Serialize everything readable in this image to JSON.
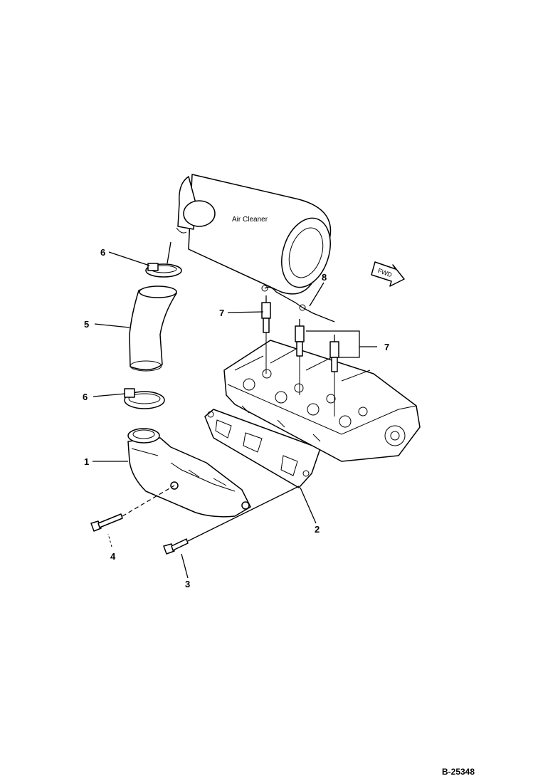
{
  "diagram": {
    "air_cleaner_label": "Air Cleaner",
    "fwd_label": "FWD",
    "drawing_number": "B-25348",
    "callouts": [
      {
        "id": "1",
        "part": "intake-manifold"
      },
      {
        "id": "2",
        "part": "manifold-gasket"
      },
      {
        "id": "3",
        "part": "bolt"
      },
      {
        "id": "4",
        "part": "bolt"
      },
      {
        "id": "5",
        "part": "intake-hose"
      },
      {
        "id": "6",
        "part": "upper-hose-clamp"
      },
      {
        "id": "6",
        "part": "lower-hose-clamp"
      },
      {
        "id": "7",
        "part": "glow-plug"
      },
      {
        "id": "7",
        "part": "glow-plugs"
      },
      {
        "id": "8",
        "part": "connector-lead"
      }
    ]
  }
}
